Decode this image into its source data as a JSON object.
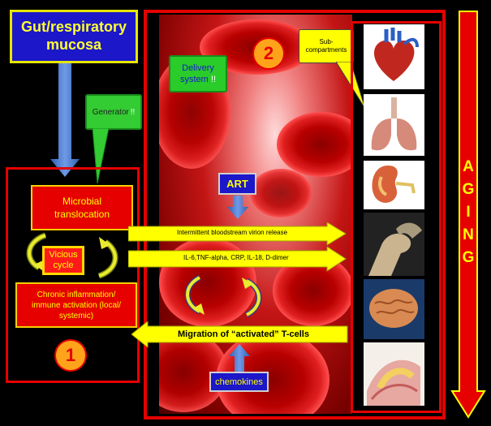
{
  "mucosa": {
    "line1": "Gut/respiratory",
    "line2": "mucosa"
  },
  "generator": {
    "text": "Generator",
    "mark": "!!"
  },
  "microbial": {
    "line1": "Microbial",
    "line2": "translocation"
  },
  "vicious": {
    "line1": "Vicious",
    "line2": "cycle"
  },
  "chronic": {
    "line1": "Chronic inflammation/",
    "line2": "immune activation (local/",
    "line3": "systemic)"
  },
  "numbers": {
    "one": "1",
    "two": "2"
  },
  "delivery": {
    "line1": "Delivery",
    "line2": "system",
    "mark": "!!"
  },
  "art": "ART",
  "chemokines": "chemokines",
  "subcompartments": {
    "line1": "Sub-",
    "line2": "compartments"
  },
  "arrows": {
    "virion": "Intermittent bloodstream virion release",
    "cytokines": "IL-6,TNF-alpha, CRP, IL-18, D-dimer",
    "migration": "Migration of “activated” T-cells"
  },
  "aging": [
    "A",
    "G",
    "I",
    "N",
    "G"
  ],
  "organs": [
    "heart-icon",
    "lungs-icon",
    "kidney-icon",
    "joint-icon",
    "brain-icon",
    "intestine-icon"
  ],
  "colors": {
    "red": "#e60000",
    "yellow": "#ffff00",
    "blue": "#1c17c8",
    "green": "#33cc33",
    "orange": "#ffa31a"
  }
}
